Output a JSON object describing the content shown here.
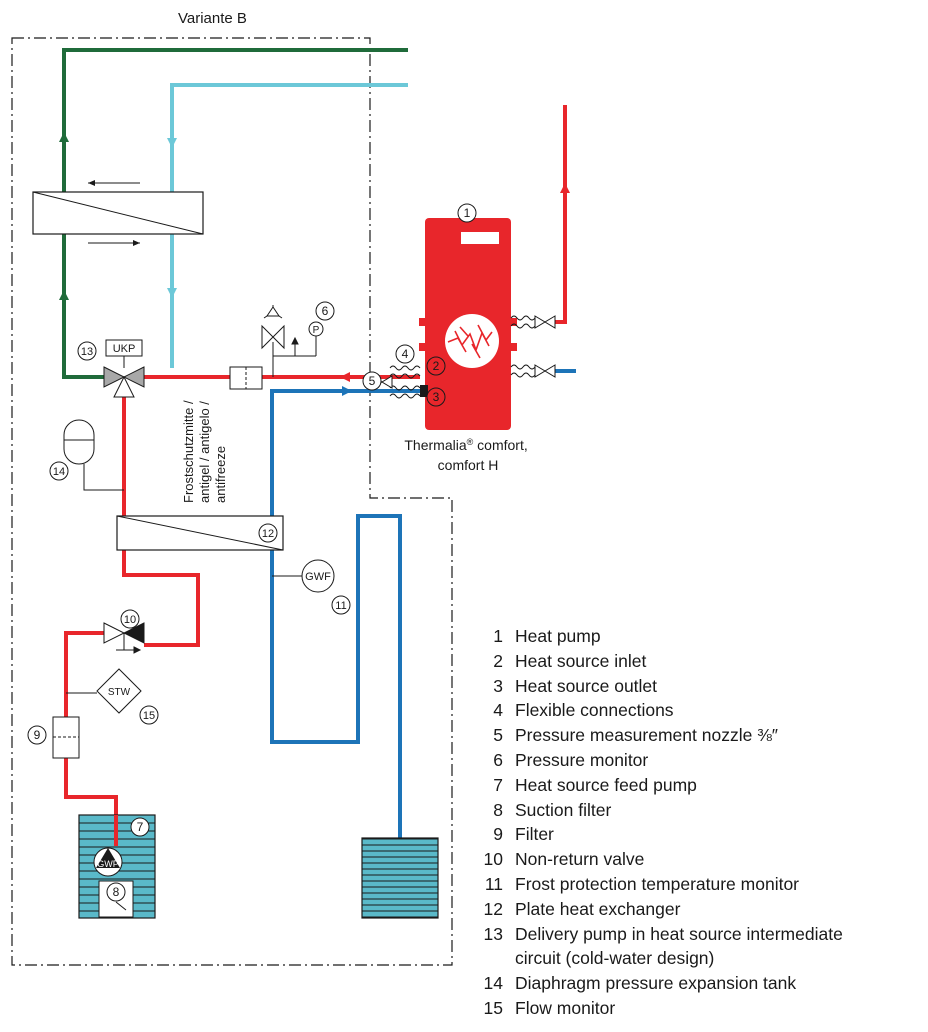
{
  "variant_label": "Variante B",
  "heat_pump_caption": [
    "Thermalia",
    "®",
    " comfort,",
    "comfort H"
  ],
  "antifreeze_label": [
    "Frostschutzmitte /",
    "antigel / antigelo /",
    "antifreeze"
  ],
  "component_tags": {
    "ukp": "UKP",
    "gwf": "GWF",
    "stw": "STW",
    "gwp": "GWP",
    "pressure": "P"
  },
  "markers": {
    "m1": "1",
    "m2": "2",
    "m3": "3",
    "m4": "4",
    "m5": "5",
    "m6": "6",
    "m7": "7",
    "m8": "8",
    "m9": "9",
    "m10": "10",
    "m11": "11",
    "m12": "12",
    "m13": "13",
    "m14": "14",
    "m15": "15"
  },
  "legend": [
    {
      "num": "1",
      "text": "Heat pump"
    },
    {
      "num": "2",
      "text": "Heat source inlet"
    },
    {
      "num": "3",
      "text": "Heat source outlet"
    },
    {
      "num": "4",
      "text": "Flexible connections"
    },
    {
      "num": "5",
      "text": "Pressure measurement nozzle ⅜″"
    },
    {
      "num": "6",
      "text": "Pressure monitor"
    },
    {
      "num": "7",
      "text": "Heat source feed pump"
    },
    {
      "num": "8",
      "text": "Suction filter"
    },
    {
      "num": "9",
      "text": "Filter"
    },
    {
      "num": "10",
      "text": "Non-return valve"
    },
    {
      "num": "11",
      "text": "Frost protection temperature monitor"
    },
    {
      "num": "12",
      "text": "Plate heat exchanger"
    },
    {
      "num": "13",
      "text": "Delivery pump in heat source intermediate"
    },
    {
      "num": "",
      "text": "circuit (cold-water design)"
    },
    {
      "num": "14",
      "text": "Diaphragm pressure expansion tank"
    },
    {
      "num": "15",
      "text": "Flow monitor"
    }
  ],
  "colors": {
    "red_pipe": "#e8262b",
    "blue_pipe": "#1d74b8",
    "green_pipe": "#1f6b3a",
    "cyan_pipe": "#6cc8d8",
    "heat_pump_body": "#e8262b",
    "tank_fill": "#5ab9c9"
  }
}
